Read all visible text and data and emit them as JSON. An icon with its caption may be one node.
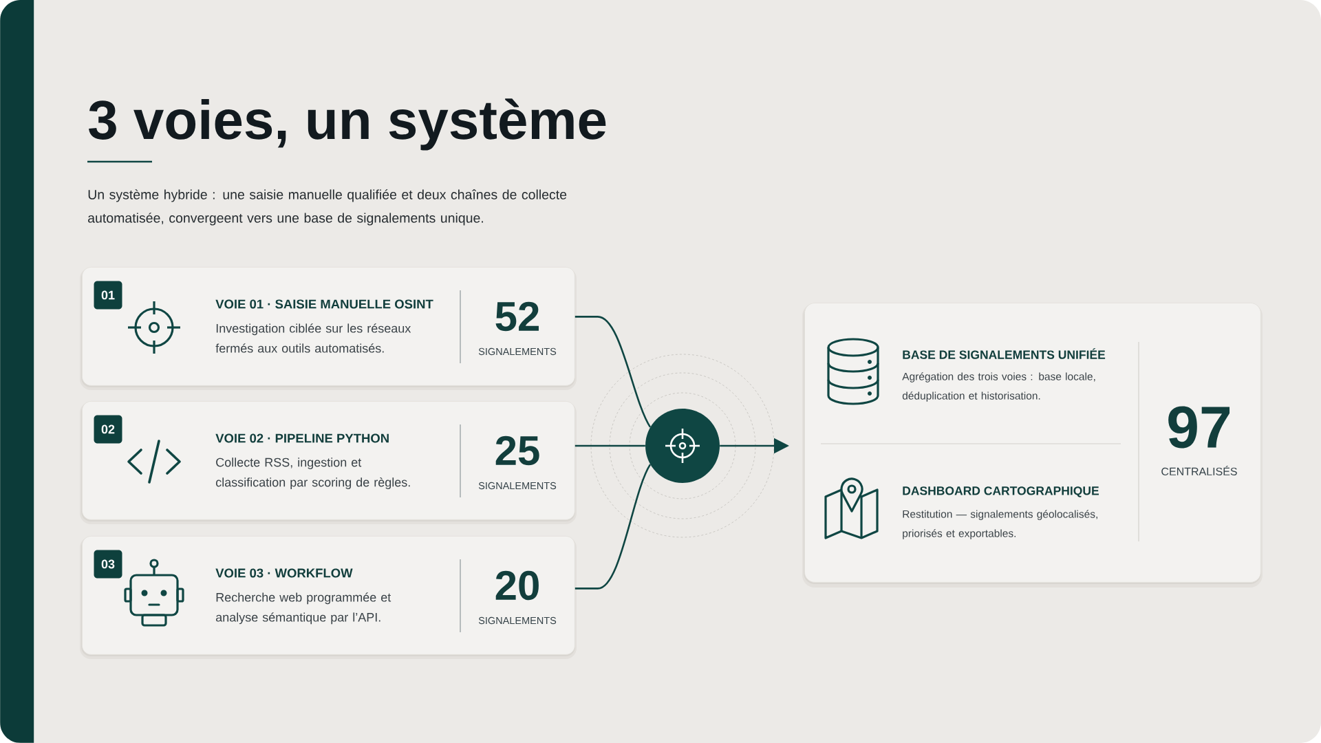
{
  "diagram": {
    "title": "3 voies, un système",
    "nodes": [
      {
        "text": [
          "VOIE 01 · SAISIE MANUELLE OSINT",
          "Investigation ciblée sur les réseaux fermés aux outils automatisés.",
          "52",
          "SIGNALEMENTS"
        ]
      },
      {
        "text": [
          "01"
        ],
        "in": 0
      },
      {
        "text": [
          "VOIE 02 · PIPELINE PYTHON",
          "Collecte RSS, ingestion et classification par scoring de règles.",
          "25",
          "SIGNALEMENTS"
        ]
      },
      {
        "text": [
          "02"
        ],
        "in": 2
      },
      {
        "text": [
          "VOIE 03 · WORKFLOW",
          "Recherche web programmée et analyse sémantique par l’API.",
          "20",
          "SIGNALEMENTS"
        ]
      },
      {
        "text": [
          "03"
        ],
        "in": 4
      },
      {
        "text": [],
        "shape": "circle"
      },
      {
        "text": [
          "BASE DE SIGNALEMENTS UNIFIÉE",
          "Agrégation des trois voies : base locale, déduplication et historisation.",
          "DASHBOARD CARTOGRAPHIQUE",
          "Restitution — signalements géolocalisés, priorisés et exportables.",
          "97",
          "CENTRALISÉS"
        ]
      },
      {
        "text": [],
        "shape": "bar"
      }
    ],
    "edges": [
      {
        "from": 0,
        "to": 6,
        "arrow": "none"
      },
      {
        "from": 2,
        "to": 6,
        "arrow": "none"
      },
      {
        "from": 4,
        "to": 6,
        "arrow": "none"
      },
      {
        "from": 6,
        "to": 7,
        "arrow": "to"
      }
    ],
    "labels": [
      "Un système hybride : une saisie manuelle qualifiée et deux chaînes de collecte automatisée, convergeent vers une base de signalements unique."
    ]
  }
}
